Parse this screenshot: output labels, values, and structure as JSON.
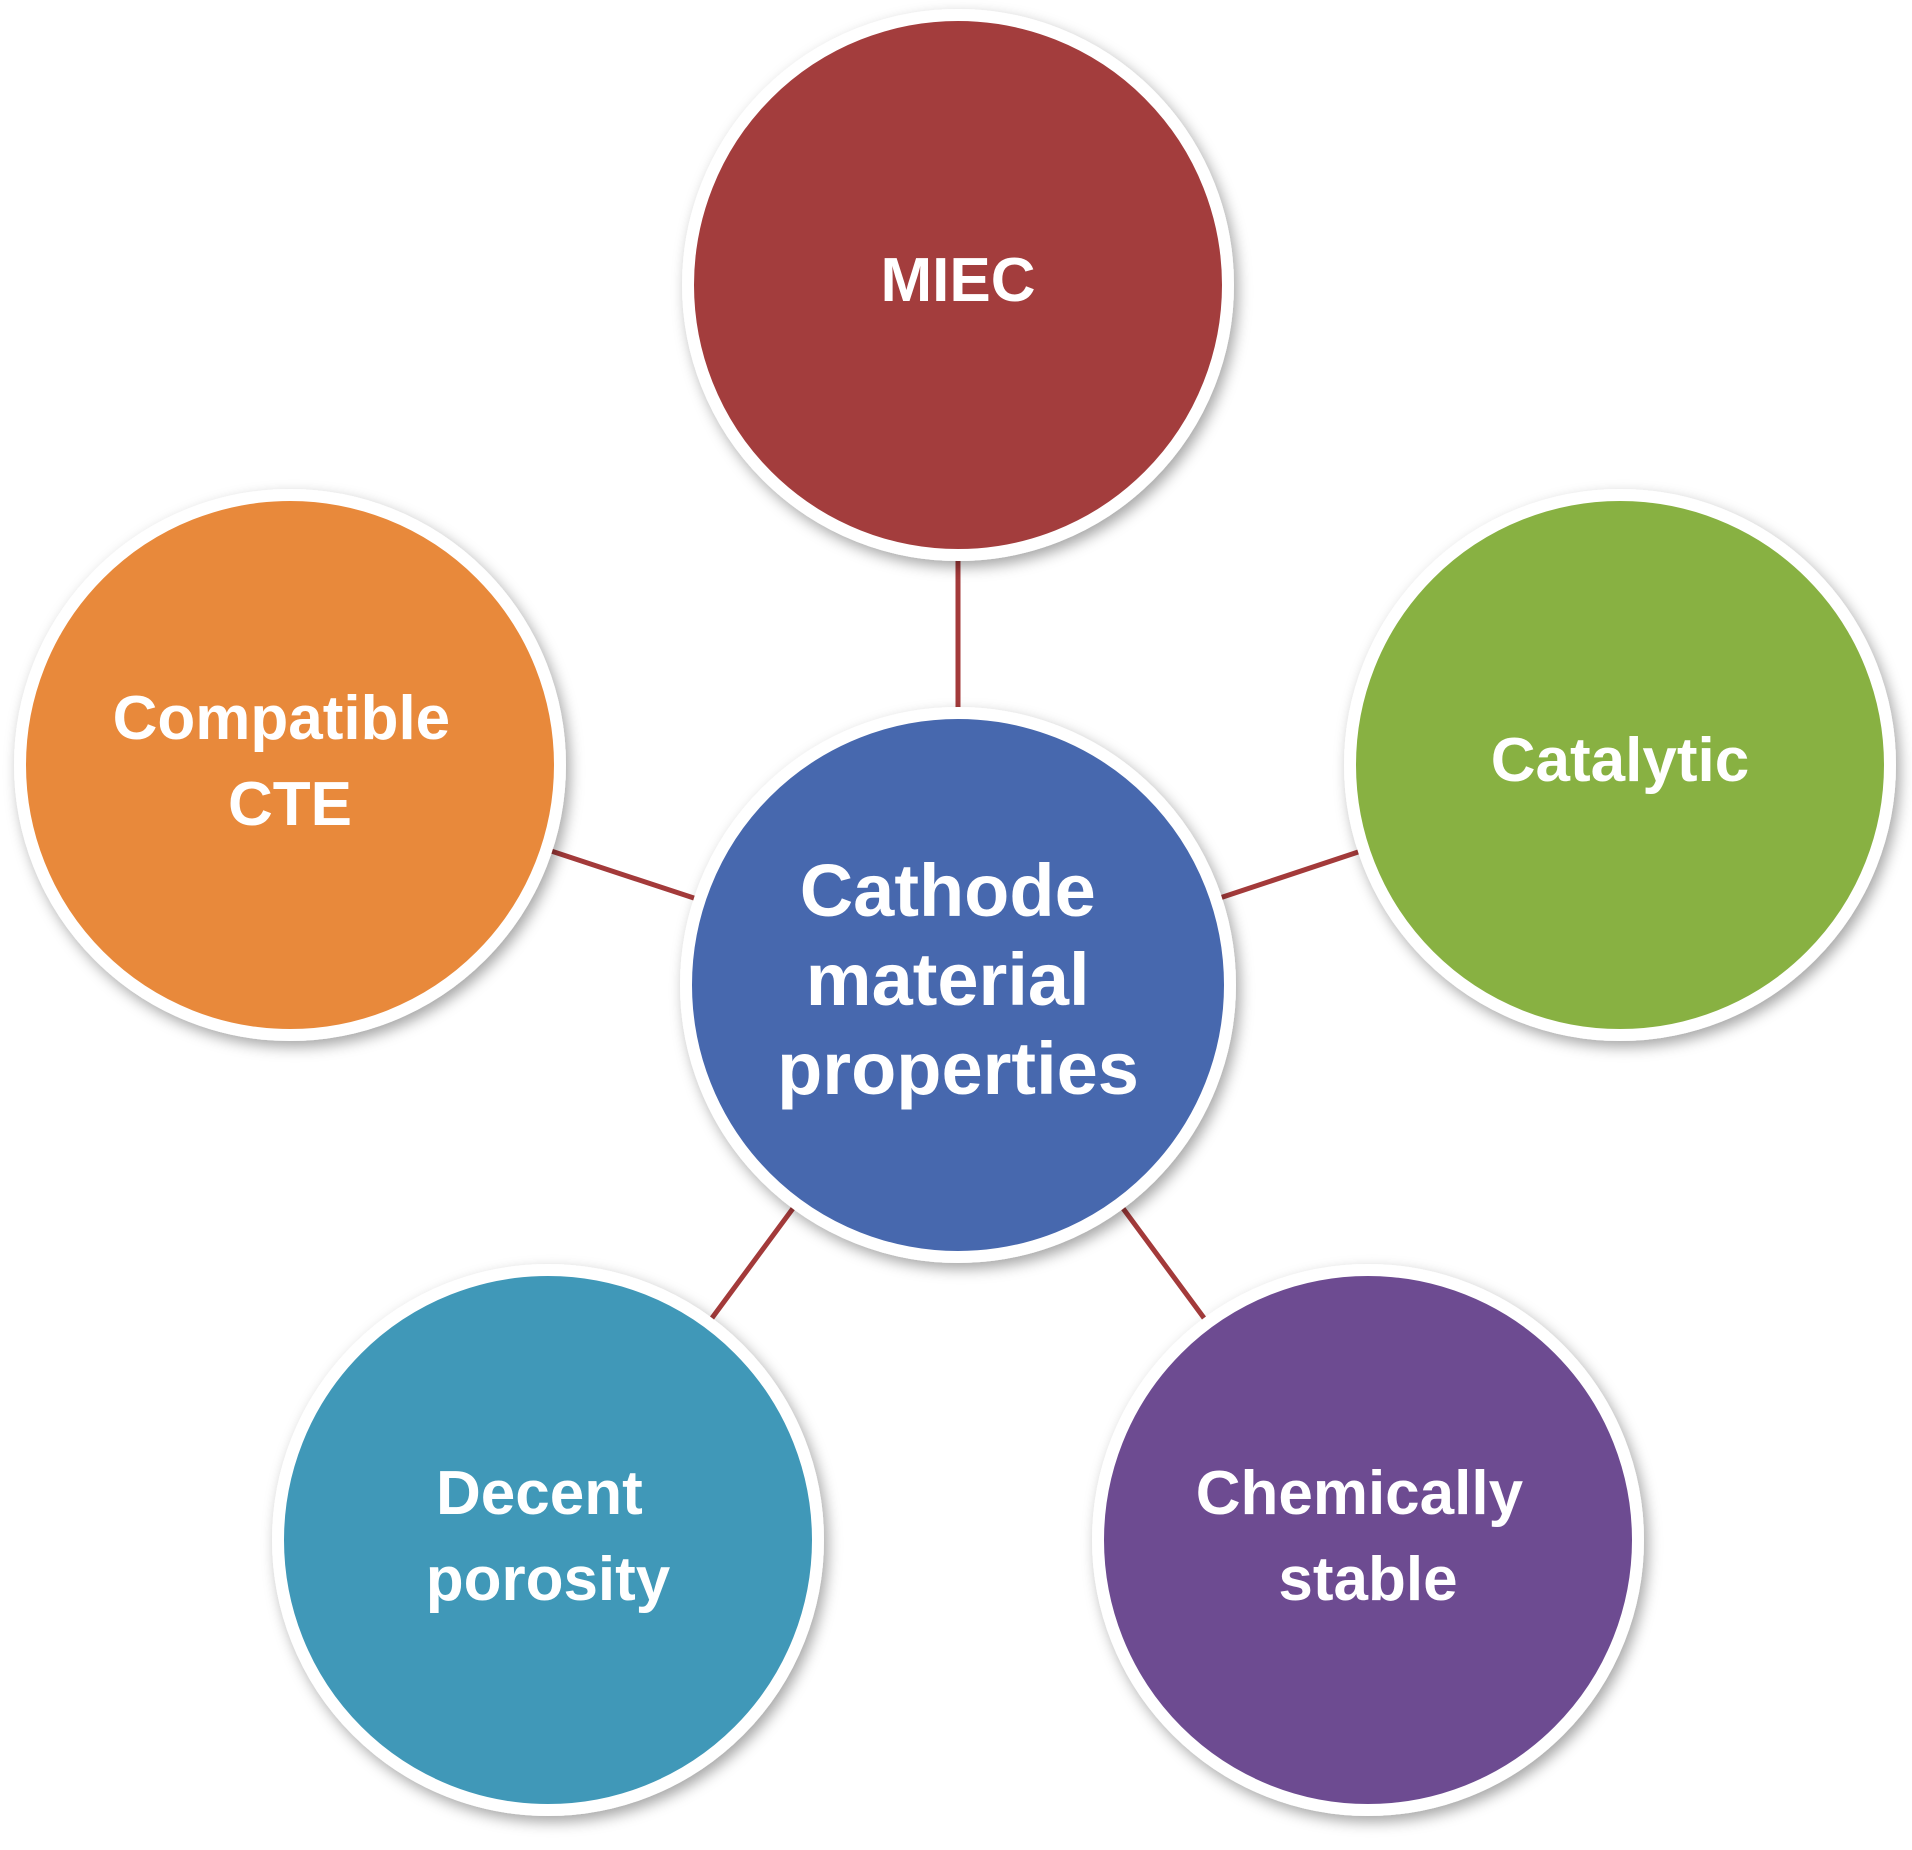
{
  "diagram": {
    "connector_color": "#a33a3a",
    "center": {
      "lines": [
        "Cathode",
        "material",
        "properties"
      ],
      "color": "#4667ae"
    },
    "nodes": [
      {
        "id": "miec",
        "lines": [
          "MIEC"
        ],
        "color": "#a33d3d"
      },
      {
        "id": "catalytic",
        "lines": [
          "Catalytic"
        ],
        "color": "#88b142"
      },
      {
        "id": "chemically-stable",
        "lines": [
          "Chemically",
          "stable"
        ],
        "color": "#6d4b91"
      },
      {
        "id": "decent-porosity",
        "lines": [
          "Decent",
          "porosity"
        ],
        "color": "#3f98b8"
      },
      {
        "id": "compatible-cte",
        "lines": [
          "Compatible",
          "CTE"
        ],
        "color": "#e8893a"
      }
    ]
  }
}
